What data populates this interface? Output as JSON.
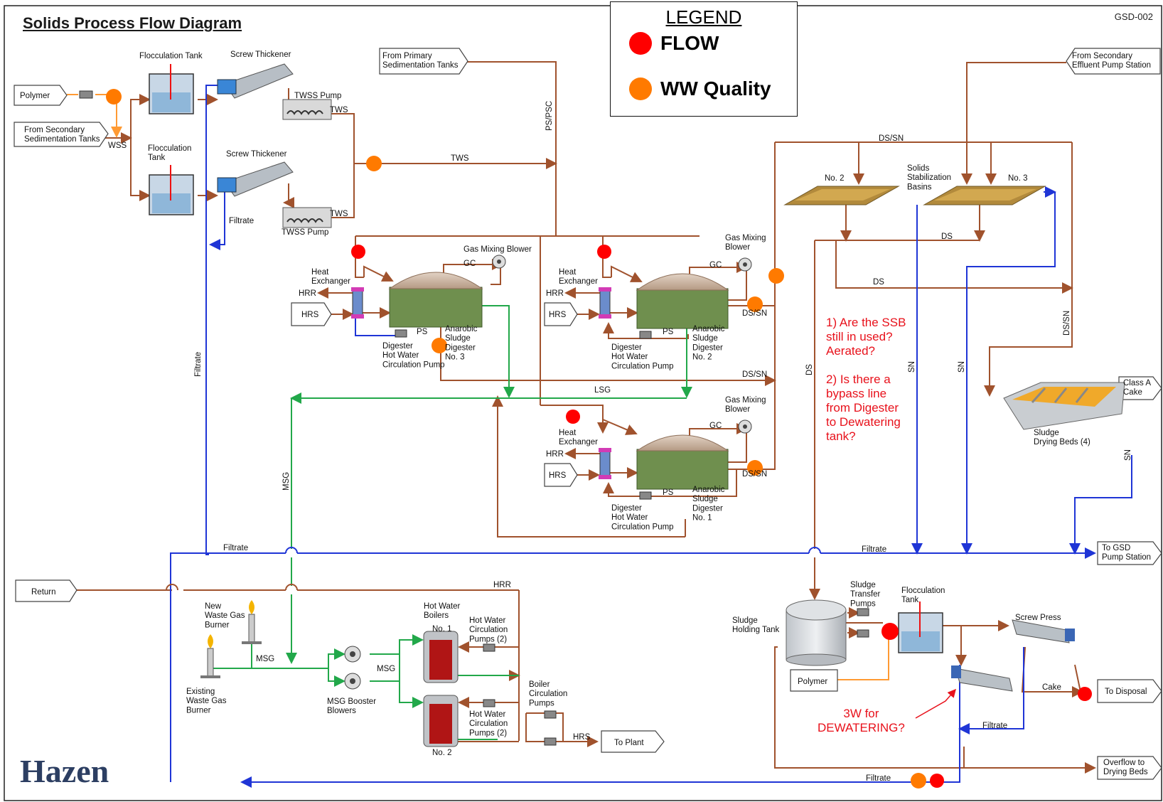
{
  "title": "Solids Process Flow Diagram",
  "drawing_code": "GSD-002",
  "legend": {
    "title": "LEGEND",
    "items": [
      {
        "label": "FLOW",
        "color": "#ff0000"
      },
      {
        "label": "WW Quality",
        "color": "#ff7a00"
      }
    ]
  },
  "questions": {
    "q1": "1) Are the SSB\nstill in used?\nAerated?",
    "q2": "2) Is there a\nbypass line\nfrom Digester\nto Dewatering\ntank?",
    "q3": "3W for\nDEWATERING?"
  },
  "logo": "Hazen",
  "colors": {
    "sludge_line": "#a0522d",
    "filtrate_line": "#1f35d6",
    "gas_line": "#22a84a",
    "polymer_line": "#ff9a33",
    "flow_marker": "#ff0000",
    "quality_marker": "#ff7a00",
    "digester_body": "#6f8f4e",
    "dome": "#c9b29d"
  },
  "terminals": {
    "polymer": "Polymer",
    "from_secondary_sed": "From Secondary\nSedimentation Tanks",
    "from_primary_sed": "From Primary\nSedimentation Tanks",
    "from_secondary_effluent": "From Secondary\nEffluent Pump Station",
    "class_a_cake": "Class A\nCake",
    "to_gsd": "To GSD\nPump Station",
    "return": "Return",
    "to_plant": "To Plant",
    "to_disposal": "To Disposal",
    "overflow": "Overflow to\nDrying Beds",
    "polymer2": "Polymer",
    "hrs1": "HRS",
    "hrs2": "HRS",
    "hrs3": "HRS"
  },
  "equipment": {
    "floc_tank_1": "Flocculation Tank",
    "screw_thickener_1": "Screw Thickener",
    "twss_pump_1": "TWSS Pump",
    "floc_tank_2": "Flocculation\nTank",
    "screw_thickener_2": "Screw Thickener",
    "twss_pump_2": "TWSS Pump",
    "gas_mixing_blower_3": "Gas Mixing Blower",
    "heat_exchanger_3": "Heat\nExchanger",
    "digester_3": "Anarobic\nSludge\nDigester\nNo. 3",
    "hw_pump_3": "Digester\nHot Water\nCirculation Pump",
    "heat_exchanger_2": "Heat\nExchanger",
    "gas_mixing_blower_2": "Gas Mixing\nBlower",
    "digester_2": "Anarobic\nSludge\nDigester\nNo. 2",
    "hw_pump_2": "Digester\nHot Water\nCirculation Pump",
    "heat_exchanger_1": "Heat\nExchanger",
    "gas_mixing_blower_1": "Gas Mixing\nBlower",
    "digester_1": "Anarobic\nSludge\nDigester\nNo. 1",
    "hw_pump_1": "Digester\nHot Water\nCirculation Pump",
    "ssb_no2": "No. 2",
    "ssb_no3": "No. 3",
    "ssb": "Solids\nStabilization\nBasins",
    "drying_beds": "Sludge\nDrying Beds (4)",
    "new_burner": "New\nWaste Gas\nBurner",
    "existing_burner": "Existing\nWaste Gas\nBurner",
    "msg_booster": "MSG Booster\nBlowers",
    "boilers": "Hot Water\nBoilers",
    "boiler_no1": "No. 1",
    "boiler_no2": "No. 2",
    "hw_circ_pumps_1": "Hot Water\nCirculation\nPumps (2)",
    "hw_circ_pumps_2": "Hot Water\nCirculation\nPumps (2)",
    "boiler_circ_pumps": "Boiler\nCirculation\nPumps",
    "holding_tank": "Sludge\nHolding Tank",
    "transfer_pumps": "Sludge\nTransfer\nPumps",
    "floc_tank_3": "Flocculation\nTank",
    "screw_press": "Screw Press"
  },
  "stream_labels": {
    "wss": "WSS",
    "tws_1": "TWS",
    "tws_2": "TWS",
    "tws_main": "TWS",
    "ps_psc": "PS/PSC",
    "filtrate_top": "Filtrate",
    "filtrate_vertical": "Filtrate",
    "gc_3": "GC",
    "hrr_3": "HRR",
    "ps_3": "PS",
    "gc_2": "GC",
    "hrr_2": "HRR",
    "ps_2": "PS",
    "ds_sn_2": "DS/SN",
    "ds_sn_mid": "DS/SN",
    "lsg": "LSG",
    "gc_1": "GC",
    "hrr_1": "HRR",
    "ps_1": "PS",
    "ds_sn_1": "DS/SN",
    "msg_vertical": "MSG",
    "ds_sn_top": "DS/SN",
    "ds_upper": "DS",
    "ds_lower": "DS",
    "ds_vertical": "DS",
    "sn_1": "SN",
    "sn_2": "SN",
    "ds_sn_right": "DS/SN",
    "sn_right": "SN",
    "filtrate_main": "Filtrate",
    "filtrate_right": "Filtrate",
    "hrr_bottom": "HRR",
    "msg_burner": "MSG",
    "msg_blowers": "MSG",
    "hrs_bottom": "HRS",
    "cake": "Cake",
    "filtrate_press": "Filtrate",
    "filtrate_bottom": "Filtrate"
  }
}
